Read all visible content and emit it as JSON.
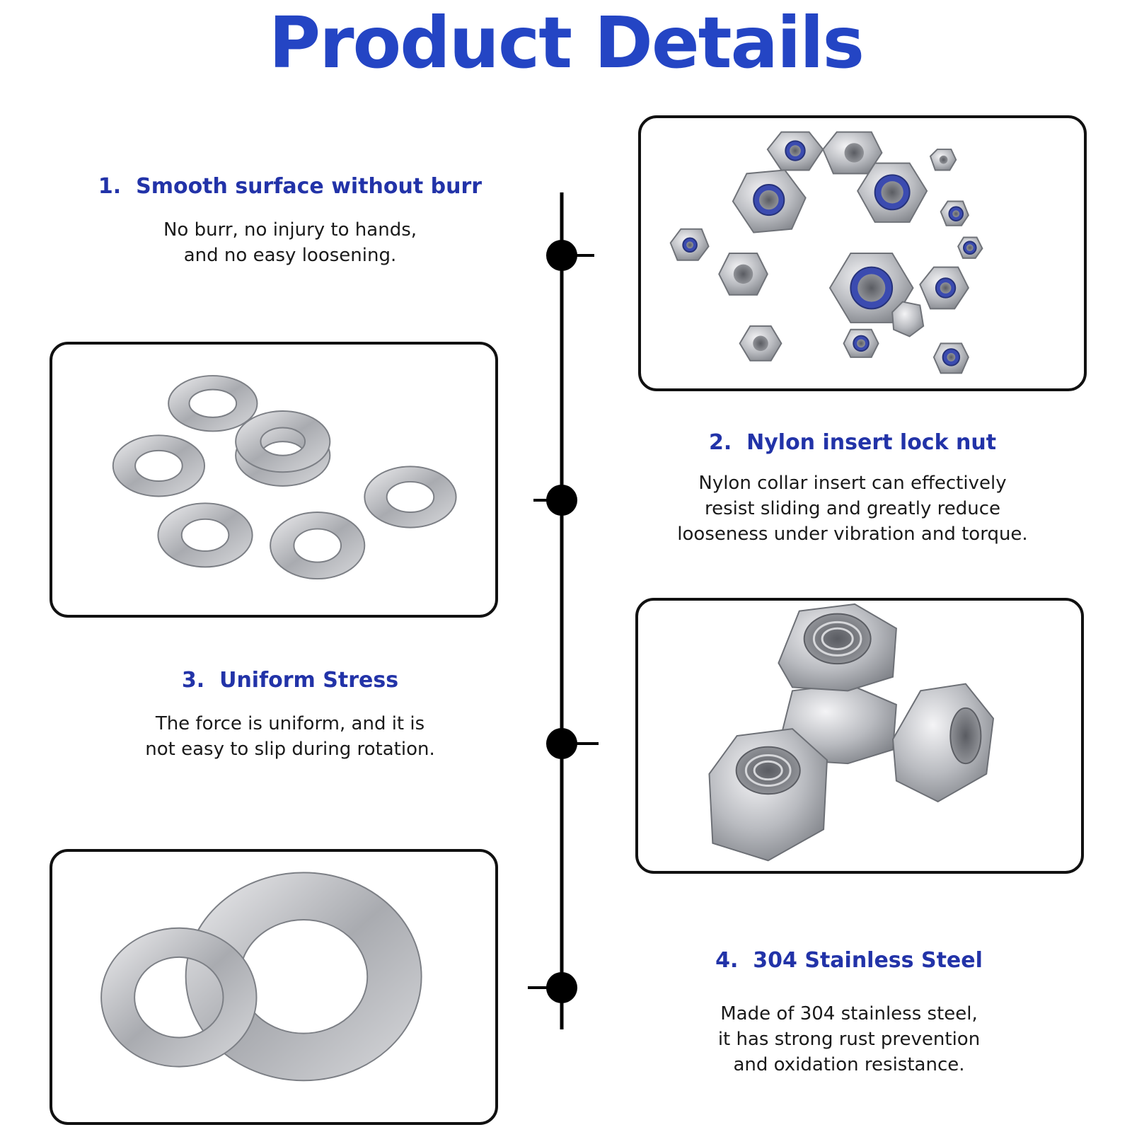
{
  "page": {
    "title": "Product Details",
    "accent_color": "#2445c4",
    "heading_color": "#2233a8"
  },
  "features": [
    {
      "number": "1.",
      "title": "Smooth surface without burr",
      "lines": [
        "No burr, no injury to hands,",
        "and no easy loosening."
      ]
    },
    {
      "number": "2.",
      "title": "Nylon insert lock nut",
      "lines": [
        "Nylon collar insert can effectively",
        "resist sliding and greatly reduce",
        "looseness under vibration and torque."
      ]
    },
    {
      "number": "3.",
      "title": "Uniform Stress",
      "lines": [
        "The force is uniform, and it is",
        "not easy to slip during rotation."
      ]
    },
    {
      "number": "4.",
      "title": "304 Stainless Steel",
      "lines": [
        "Made of 304 stainless steel,",
        "it has strong rust prevention",
        "and oxidation resistance."
      ]
    }
  ],
  "photos": [
    {
      "subject": "nylon lock nuts assortment",
      "icon": "lock-nut-icon"
    },
    {
      "subject": "flat washers assortment",
      "icon": "washer-icon"
    },
    {
      "subject": "hex nuts",
      "icon": "hex-nut-icon"
    },
    {
      "subject": "two large flat washers",
      "icon": "washer-icon"
    }
  ]
}
